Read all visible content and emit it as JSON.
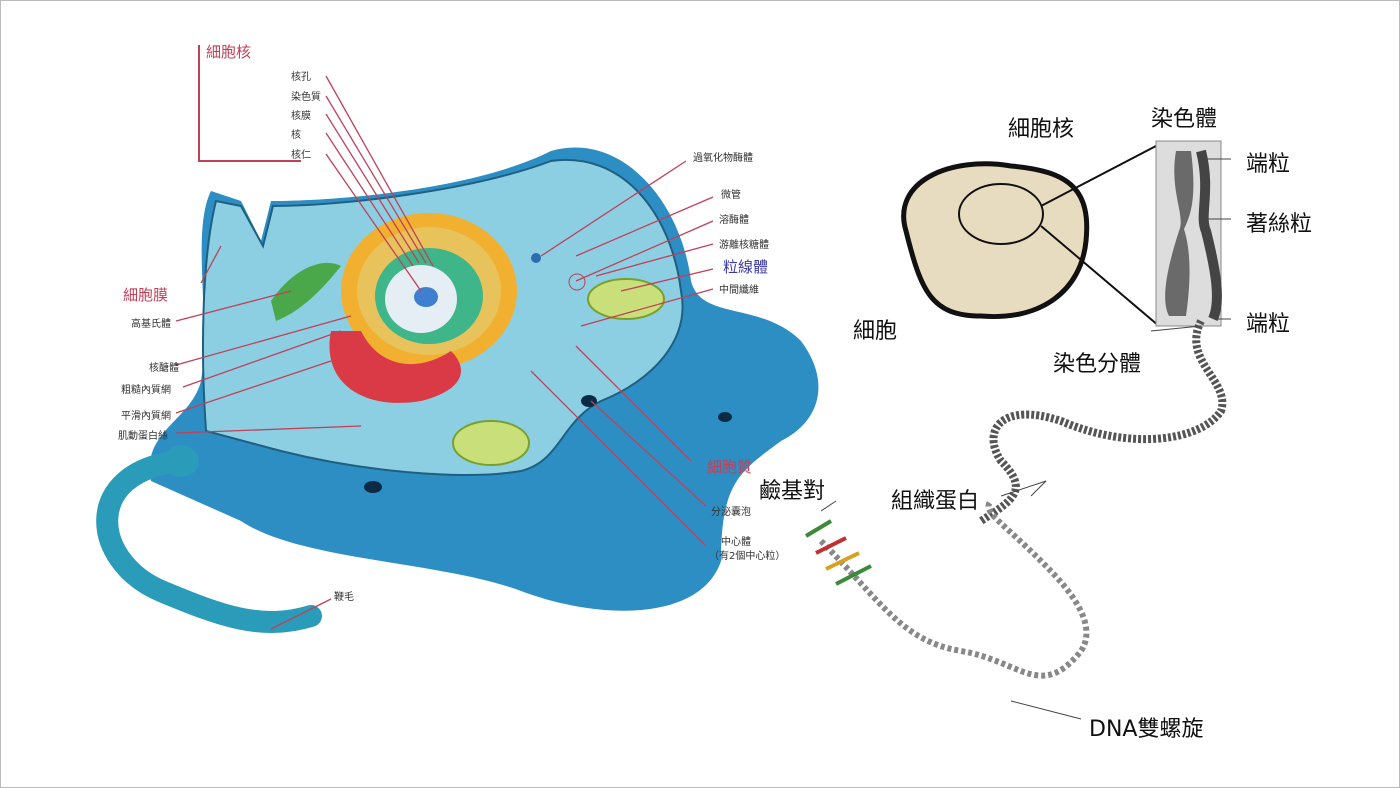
{
  "cell_diagram": {
    "nucleus_group": {
      "title": "細胞核",
      "parts": [
        "核孔",
        "染色質",
        "核膜",
        "核",
        "核仁"
      ]
    },
    "left_labels": {
      "membrane": "細胞膜",
      "golgi": "高基氏體",
      "ribosome": "核醣體",
      "rough_er": "粗糙內質網",
      "smooth_er": "平滑內質網",
      "actin": "肌動蛋白絲"
    },
    "right_labels": {
      "peroxisome": "過氧化物酶體",
      "microtubule": "微管",
      "lysosome": "溶酶體",
      "free_ribosome": "游離核糖體",
      "mitochondria": "粒線體",
      "intermediate_filament": "中間纖維",
      "cytoplasm": "細胞質",
      "vesicle": "分泌囊泡",
      "centrosome": "中心體",
      "centrosome_note": "（有2個中心粒）"
    },
    "flagellum": "鞭毛"
  },
  "dna_diagram": {
    "nucleus": "細胞核",
    "chromosome": "染色體",
    "telomere_top": "端粒",
    "centromere": "著絲粒",
    "telomere_bottom": "端粒",
    "cell": "細胞",
    "chromatid": "染色分體",
    "histone": "組織蛋白",
    "base_pair": "鹼基對",
    "helix": "DNA雙螺旋"
  },
  "colors": {
    "label_red": "#c0405a",
    "label_blue": "#3a3aa0",
    "cell_blue": "#2e8fc0",
    "cytoplasm": "#8fd0e0"
  }
}
